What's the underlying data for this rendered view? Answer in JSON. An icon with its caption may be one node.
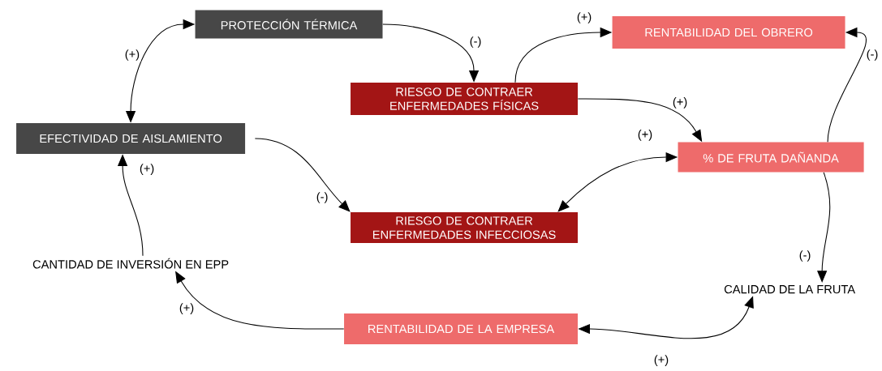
{
  "diagram": {
    "nodes": [
      {
        "text": [
          "PROTECCIÓN TÉRMICA"
        ]
      },
      {
        "text": [
          "RIESGO DE CONTRAER ENFERMEDADES FÍSICAS"
        ]
      },
      {
        "text": [
          "RENTABILIDAD DEL OBRERO"
        ]
      },
      {
        "text": [
          "EFECTIVIDAD DE AISLAMIENTO"
        ]
      },
      {
        "text": [
          "% DE FRUTA DAÑANDA"
        ]
      },
      {
        "text": [
          "RIESGO DE CONTRAER ENFERMEDADES INFECCIOSAS"
        ]
      },
      {
        "text": [
          "CANTIDAD DE INVERSIÓN EN EPP"
        ]
      },
      {
        "text": [
          "CALIDAD DE LA FRUTA"
        ]
      },
      {
        "text": [
          "RENTABILIDAD DE LA EMPRESA"
        ]
      }
    ],
    "edges": [
      {
        "from": 0,
        "to": 3,
        "arrow": "both",
        "label": "(+)"
      },
      {
        "from": 0,
        "to": 1,
        "arrow": "to",
        "label": "(-)"
      },
      {
        "from": 1,
        "to": 2,
        "arrow": "to",
        "label": "(+)"
      },
      {
        "from": 1,
        "to": 4,
        "arrow": "to",
        "label": "(+)"
      },
      {
        "from": 4,
        "to": 2,
        "arrow": "to",
        "label": "(-)"
      },
      {
        "from": 4,
        "to": 5,
        "arrow": "both",
        "label": "(+)"
      },
      {
        "from": 3,
        "to": 5,
        "arrow": "to",
        "label": "(-)"
      },
      {
        "from": 6,
        "to": 3,
        "arrow": "to",
        "label": "(+)"
      },
      {
        "from": 4,
        "to": 7,
        "arrow": "to",
        "label": "(-)"
      },
      {
        "from": 7,
        "to": 8,
        "arrow": "both",
        "label": "(+)"
      },
      {
        "from": 8,
        "to": 6,
        "arrow": "to",
        "label": "(+)"
      }
    ]
  }
}
